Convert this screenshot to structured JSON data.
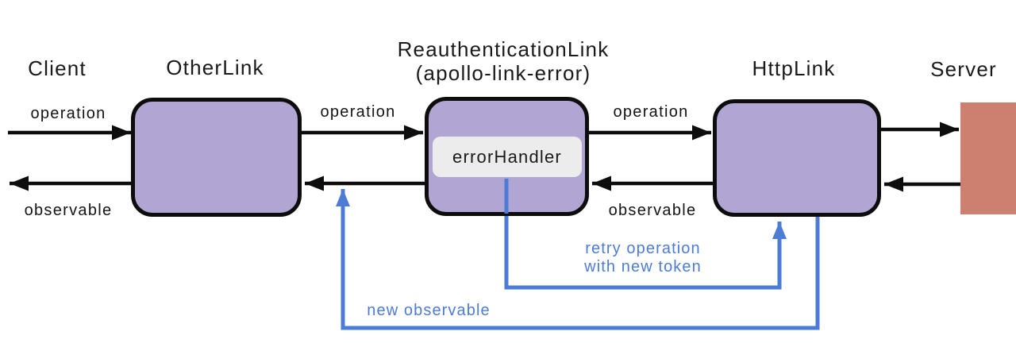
{
  "colors": {
    "purple": "#b1a6d3",
    "salmon": "#cd7f70",
    "panel-gray": "#ececec",
    "blue": "#4d7cd6",
    "line-black": "#0d0d0d"
  },
  "nodes": {
    "client": {
      "label": "Client"
    },
    "otherlink": {
      "label": "OtherLink"
    },
    "reauth": {
      "label": "ReauthenticationLink",
      "sublabel": "(apollo-link-error)",
      "handler_label": "errorHandler"
    },
    "httplink": {
      "label": "HttpLink"
    },
    "server": {
      "label": "Server"
    }
  },
  "edges": {
    "client_operation": "operation",
    "client_observable": "observable",
    "other_to_reauth_operation": "operation",
    "reauth_to_http_operation": "operation",
    "http_to_reauth_observable": "observable",
    "retry_line1": "retry operation",
    "retry_line2": "with new token",
    "new_observable": "new observable"
  }
}
